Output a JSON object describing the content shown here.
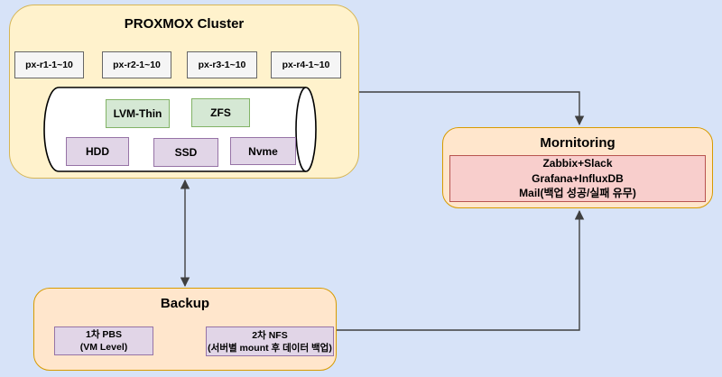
{
  "colors": {
    "bg": "#d7e3f8",
    "yellow_fill": "#fff2cc",
    "yellow_border": "#d6b656",
    "orange_fill": "#ffe6cc",
    "orange_border": "#d79b00",
    "gray_fill": "#f5f5f5",
    "gray_border": "#666666",
    "green_fill": "#d5e8d4",
    "green_border": "#82b366",
    "purple_fill": "#e1d5e7",
    "purple_border": "#9673a6",
    "pink_fill": "#f8cecc",
    "pink_border": "#b85450",
    "line": "#3f3f3f",
    "text": "#000000"
  },
  "cluster": {
    "title": "PROXMOX Cluster",
    "nodes": [
      "px-r1-1~10",
      "px-r2-1~10",
      "px-r3-1~10",
      "px-r4-1~10"
    ],
    "storage_types": [
      "LVM-Thin",
      "ZFS"
    ],
    "storage_media": [
      "HDD",
      "SSD",
      "Nvme"
    ]
  },
  "monitoring": {
    "title": "Mornitoring",
    "stack_lines": [
      "Zabbix+Slack",
      "Grafana+InfluxDB",
      "Mail(백업 성공/실패 유무)"
    ]
  },
  "backup": {
    "title": "Backup",
    "primary": {
      "line1": "1차 PBS",
      "line2": "(VM Level)"
    },
    "secondary": {
      "line1": "2차 NFS",
      "line2": "(서버별 mount 후 데이터 백업)"
    }
  }
}
